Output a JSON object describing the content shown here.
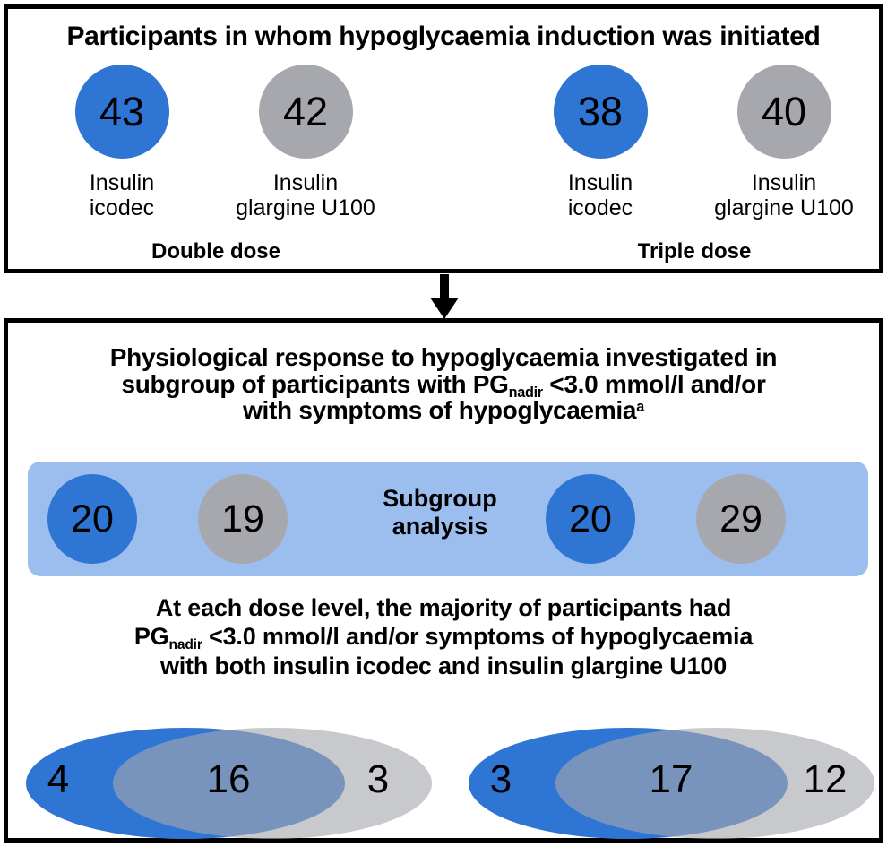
{
  "colors": {
    "icodec_blue": "#2E75D4",
    "glargine_grey": "#A6A8AD",
    "band_light_blue": "#9CBEEE",
    "venn_overlap": "#6B8CBF",
    "border_black": "#000000",
    "background_white": "#FFFFFF"
  },
  "top_panel": {
    "title": "Participants in whom hypoglycaemia induction was initiated",
    "groups": [
      {
        "caption": "Double dose",
        "arms": [
          {
            "value": "43",
            "label": "Insulin\nicodec",
            "treatment": "Insulin icodec",
            "color": "blue"
          },
          {
            "value": "42",
            "label": "Insulin\nglargine U100",
            "treatment": "Insulin glargine U100",
            "color": "grey"
          }
        ]
      },
      {
        "caption": "Triple dose",
        "arms": [
          {
            "value": "38",
            "label": "Insulin\nicodec",
            "treatment": "Insulin icodec",
            "color": "blue"
          },
          {
            "value": "40",
            "label": "Insulin\nglargine U100",
            "treatment": "Insulin glargine U100",
            "color": "grey"
          }
        ]
      }
    ]
  },
  "connector": {
    "icon": "down-arrow-icon"
  },
  "bottom_panel": {
    "title_plain": "Physiological response to hypoglycaemia investigated in subgroup of participants with PGnadir <3.0 mmol/l and/or with symptoms of hypoglycaemiaᵃ",
    "title_parts": {
      "line1": "Physiological response to hypoglycaemia investigated in",
      "line2_a": "subgroup of participants with PG",
      "line2_sub": "nadir",
      "line2_b": " <3.0 mmol/l and/or",
      "line3_a": "with symptoms of hypoglycaemia",
      "line3_sup": "a"
    },
    "subgroup_band": {
      "label": "Subgroup\nanalysis",
      "values": [
        {
          "value": "20",
          "color": "blue",
          "treatment": "Insulin icodec",
          "dose": "Double dose"
        },
        {
          "value": "19",
          "color": "grey",
          "treatment": "Insulin glargine U100",
          "dose": "Double dose"
        },
        {
          "value": "20",
          "color": "blue",
          "treatment": "Insulin icodec",
          "dose": "Triple dose"
        },
        {
          "value": "29",
          "color": "grey",
          "treatment": "Insulin glargine U100",
          "dose": "Triple dose"
        }
      ]
    },
    "conclusion_parts": {
      "line1": "At each dose level, the majority of participants had",
      "line2_a": "PG",
      "line2_sub": "nadir",
      "line2_b": " <3.0 mmol/l and/or symptoms of hypoglycaemia",
      "line3": "with both insulin icodec and insulin glargine U100"
    },
    "conclusion_plain": "At each dose level, the majority of participants had PGnadir <3.0 mmol/l and/or symptoms of hypoglycaemia with both insulin icodec and insulin glargine U100",
    "venns": [
      {
        "name": "Double dose",
        "left_only": "4",
        "overlap": "16",
        "right_only": "3",
        "left_set": "Insulin icodec",
        "right_set": "Insulin glargine U100"
      },
      {
        "name": "Triple dose",
        "left_only": "3",
        "overlap": "17",
        "right_only": "12",
        "left_set": "Insulin icodec",
        "right_set": "Insulin glargine U100"
      }
    ]
  }
}
